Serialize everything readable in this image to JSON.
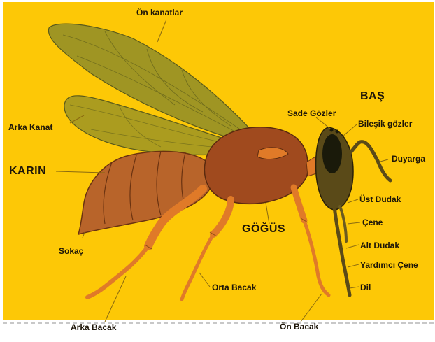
{
  "colors": {
    "background": "#fdc806",
    "label_text": "#1e1608",
    "leader_line": "#8a6a10",
    "wing": "#8a8a2a",
    "abdomen": "#b8642a",
    "thorax": "#a04a1e",
    "head": "#5a4a18",
    "leg": "#e07a28"
  },
  "labels": {
    "on_kanatlar": "Ön kanatlar",
    "bas": "BAŞ",
    "sade_gozler": "Sade Gözler",
    "bilesik_gozler": "Bileşik gözler",
    "arka_kanat": "Arka Kanat",
    "duyarga": "Duyarga",
    "karin": "KARIN",
    "ust_dudak": "Üst Dudak",
    "gogus": "GÖĞÜS",
    "cene": "Çene",
    "sokac": "Sokaç",
    "alt_dudak": "Alt Dudak",
    "yardimci_cene": "Yardımcı Çene",
    "orta_bacak": "Orta Bacak",
    "dil": "Dil",
    "arka_bacak": "Arka Bacak",
    "on_bacak": "Ön Bacak"
  }
}
